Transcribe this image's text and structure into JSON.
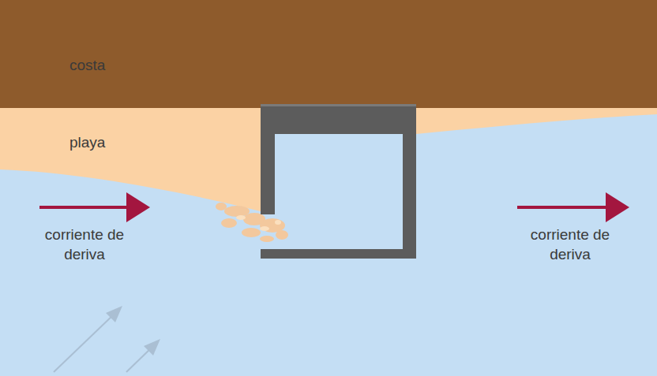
{
  "diagram": {
    "nodes": [
      {
        "text": [
          "costa"
        ]
      },
      {
        "text": [
          "playa"
        ]
      }
    ],
    "labels": [
      "corriente de deriva",
      "corriente de deriva"
    ]
  }
}
